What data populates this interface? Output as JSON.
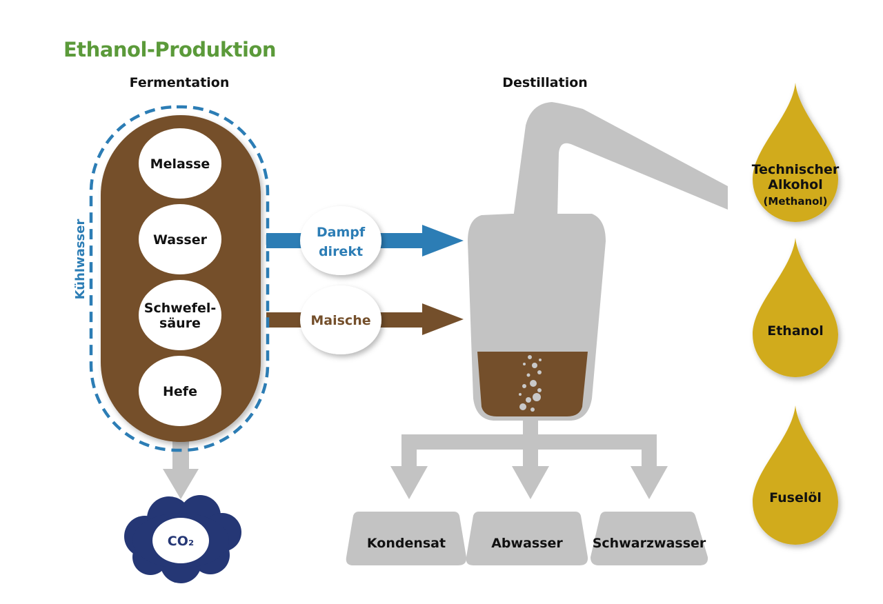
{
  "title": "Ethanol-Produktion",
  "colors": {
    "title": "#5b9a3a",
    "brown": "#744f2b",
    "blue": "#2c7db5",
    "navy": "#253775",
    "gray": "#c3c3c3",
    "gold": "#d1ab1c",
    "white": "#ffffff",
    "text": "#111111"
  },
  "fermentation": {
    "label": "Fermentation",
    "cooling_label": "Kühlwasser",
    "ingredients": [
      {
        "lines": [
          "Melasse"
        ]
      },
      {
        "lines": [
          "Wasser"
        ]
      },
      {
        "lines": [
          "Schwefel-",
          "säure"
        ]
      },
      {
        "lines": [
          "Hefe"
        ]
      }
    ],
    "gas": "CO₂"
  },
  "flows": {
    "steam": {
      "lines": [
        "Dampf",
        "direkt"
      ]
    },
    "mash": {
      "lines": [
        "Maische"
      ]
    }
  },
  "distillation": {
    "label": "Destillation",
    "outputs": [
      "Kondensat",
      "Abwasser",
      "Schwarzwasser"
    ]
  },
  "products": [
    {
      "lines": [
        "Technischer",
        "Alkohol"
      ],
      "note": "(Methanol)"
    },
    {
      "lines": [
        "Ethanol"
      ],
      "note": ""
    },
    {
      "lines": [
        "Fuselöl"
      ],
      "note": ""
    }
  ]
}
